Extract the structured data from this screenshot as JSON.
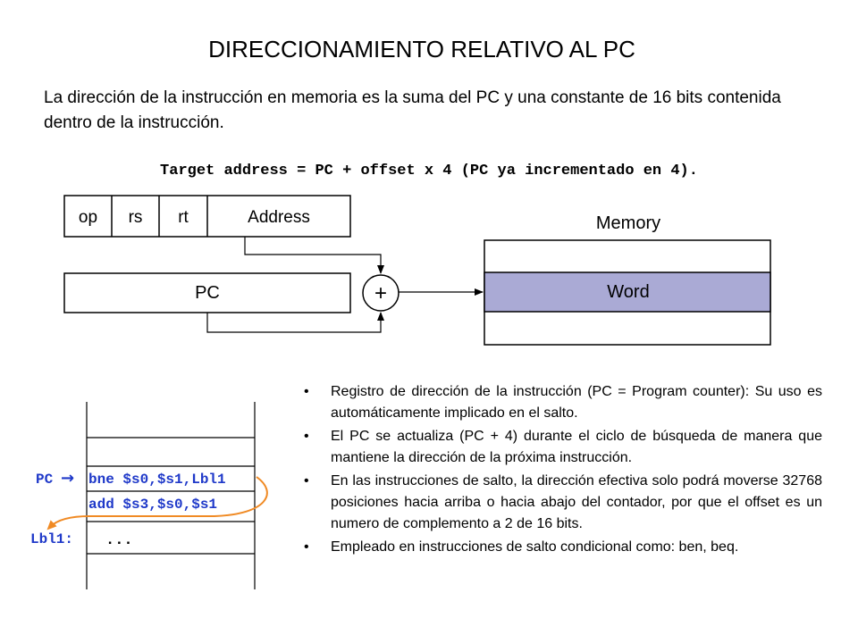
{
  "title": "DIRECCIONAMIENTO RELATIVO AL PC",
  "intro": "La dirección de la instrucción en memoria es la suma del PC y una constante de 16 bits contenida dentro de la instrucción.",
  "formula": "Target address = PC + offset x 4 (PC ya incrementado en 4).",
  "instruction_fields": [
    "op",
    "rs",
    "rt",
    "Address"
  ],
  "pc_label": "PC",
  "adder_symbol": "+",
  "memory": {
    "label": "Memory",
    "word_label": "Word"
  },
  "colors": {
    "word_fill": "#aaaad5",
    "code_blue": "#1f39c9",
    "arrow_orange": "#f08a24"
  },
  "branch_example": {
    "pc_label": "PC",
    "pc_arrow": "→",
    "lines": [
      "bne $s0,$s1,Lbl1",
      "add $s3,$s0,$s1",
      "..."
    ],
    "target_label": "Lbl1:"
  },
  "notes": [
    "Registro de dirección de la instrucción (PC = Program counter): Su uso es automáticamente implicado en el salto.",
    "El PC se actualiza (PC + 4) durante el ciclo de búsqueda de manera que mantiene la dirección de la próxima instrucción.",
    "En las instrucciones de salto, la dirección efectiva solo podrá moverse 32768 posiciones hacia arriba o hacia abajo del contador, por que el offset es un numero de complemento a 2 de 16 bits.",
    "Empleado en instrucciones de salto condicional como: ben, beq."
  ],
  "bullet_char": "•"
}
